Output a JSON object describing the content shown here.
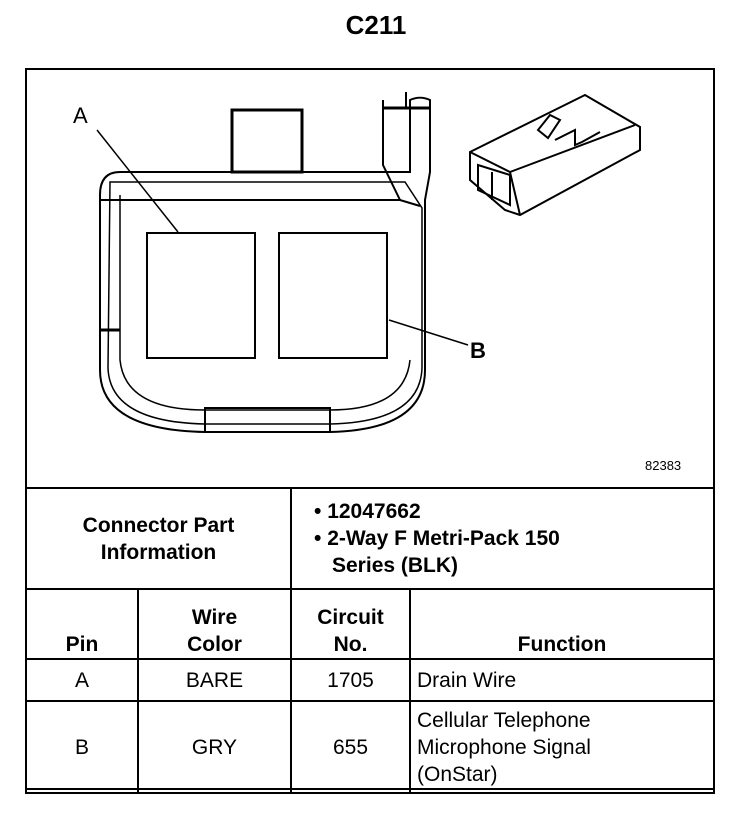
{
  "title": "C211",
  "figure_id": "82383",
  "callouts": {
    "a": "A",
    "b": "B"
  },
  "connector_info": {
    "label": "Connector Part Information",
    "items": [
      "12047662",
      "2-Way F Metri-Pack 150 Series (BLK)"
    ]
  },
  "table": {
    "headers": {
      "pin": "Pin",
      "wire_color": "Wire Color",
      "circuit": "Circuit No.",
      "function": "Function"
    },
    "rows": [
      {
        "pin": "A",
        "wire_color": "BARE",
        "circuit": "1705",
        "function": "Drain Wire"
      },
      {
        "pin": "B",
        "wire_color": "GRY",
        "circuit": "655",
        "function": "Cellular Telephone Microphone Signal (OnStar)"
      }
    ]
  }
}
